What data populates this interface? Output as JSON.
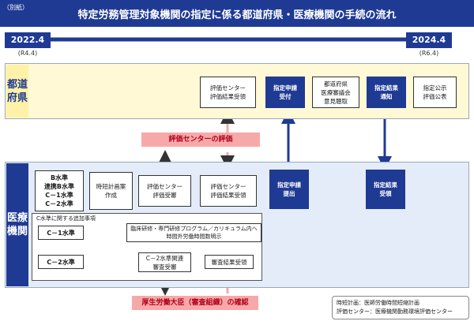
{
  "header": {
    "ref_label": "（別紙）",
    "title": "特定労務管理対象機関の指定に係る都道府県・医療機関の手続の流れ"
  },
  "timeline": {
    "start": {
      "date": "2022.4",
      "sub": "(R4.4)"
    },
    "end": {
      "date": "2024.4",
      "sub": "(R6.4)"
    }
  },
  "prefecture": {
    "label": "都道府県",
    "boxes": {
      "eval_receipt": "評価センター\n評価結果受領",
      "apply_receipt": "指定申請\n受付",
      "council": "都道府県\n医療審議会\n意見聴取",
      "notify": "指定結果\n通知",
      "publish": "指定公示\n評価公表"
    }
  },
  "eval_center_banner": "評価センターの評価",
  "institution": {
    "label": "医療機関",
    "standards": [
      "B水準",
      "連携B水準",
      "C－1水準",
      "C－2水準"
    ],
    "boxes": {
      "plan": "時短計画案\n作成",
      "eval_request": "評価センター\n評価受審",
      "eval_result": "評価センター\n評価結果受領",
      "apply_submit": "指定申請\n提出",
      "result_receive": "指定結果\n受領",
      "c1_program": "臨床研修・専門研修プログラム／カリキュラム内へ\n時間外労働時間数明示",
      "c2_review": "C－2水準関連\n審査受審",
      "review_result": "審査結果受領"
    },
    "c_standard_note": "C水準に関する追加事項",
    "c1_label": "C－1水準",
    "c2_label": "C－2水準"
  },
  "mhlw_banner": "厚生労働大臣（審査組織）の確認",
  "footnote": {
    "line1": "時短計画：医師労働時間短縮計画",
    "line2": "評価センター：医療機関勤務環境評価センター"
  },
  "colors": {
    "navy": "#1f3a93",
    "yellow": "#fff2a8",
    "pink": "#f7a8a8",
    "pink_text": "#b0001a"
  }
}
